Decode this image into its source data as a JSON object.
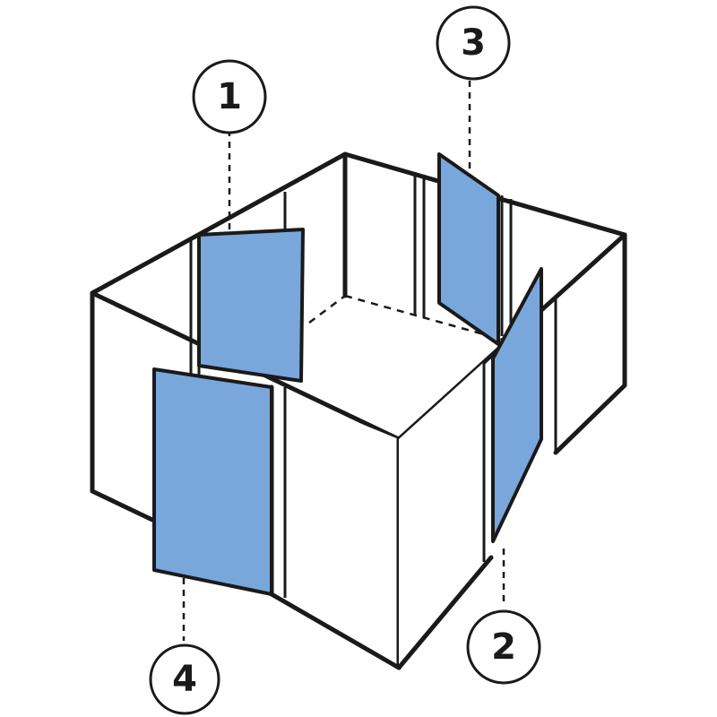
{
  "colors": {
    "outline": "#1a1a1a",
    "flap_fill": "#7aa7db",
    "background": "#ffffff"
  },
  "callouts": [
    {
      "label": "1"
    },
    {
      "label": "2"
    },
    {
      "label": "3"
    },
    {
      "label": "4"
    }
  ]
}
